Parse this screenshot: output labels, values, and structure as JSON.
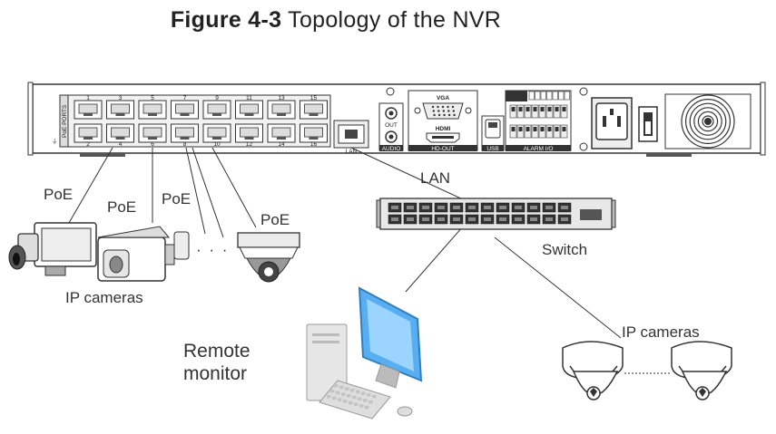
{
  "figure": {
    "number": "Figure 4-3",
    "caption": "Topology of the NVR"
  },
  "nvr": {
    "poe_ports_label": "PoE PORTS",
    "port_numbers_top": [
      "1",
      "3",
      "5",
      "7",
      "9",
      "11",
      "13",
      "15"
    ],
    "port_numbers_bottom": [
      "2",
      "4",
      "6",
      "8",
      "10",
      "12",
      "14",
      "16"
    ],
    "lan_label": "LAN",
    "out_label": "OUT",
    "audio_label": "AUDIO",
    "vga_label": "VGA",
    "hdmi_label": "HDMI",
    "hd_out_label": "HD-OUT",
    "usb_label": "USB",
    "alarm_label": "ALARM I/O"
  },
  "labels": {
    "poe": "PoE",
    "ip_cameras": "IP cameras",
    "lan": "LAN",
    "switch": "Switch",
    "remote_monitor": [
      "Remote",
      "monitor"
    ],
    "ellipsis": "· · ·"
  }
}
